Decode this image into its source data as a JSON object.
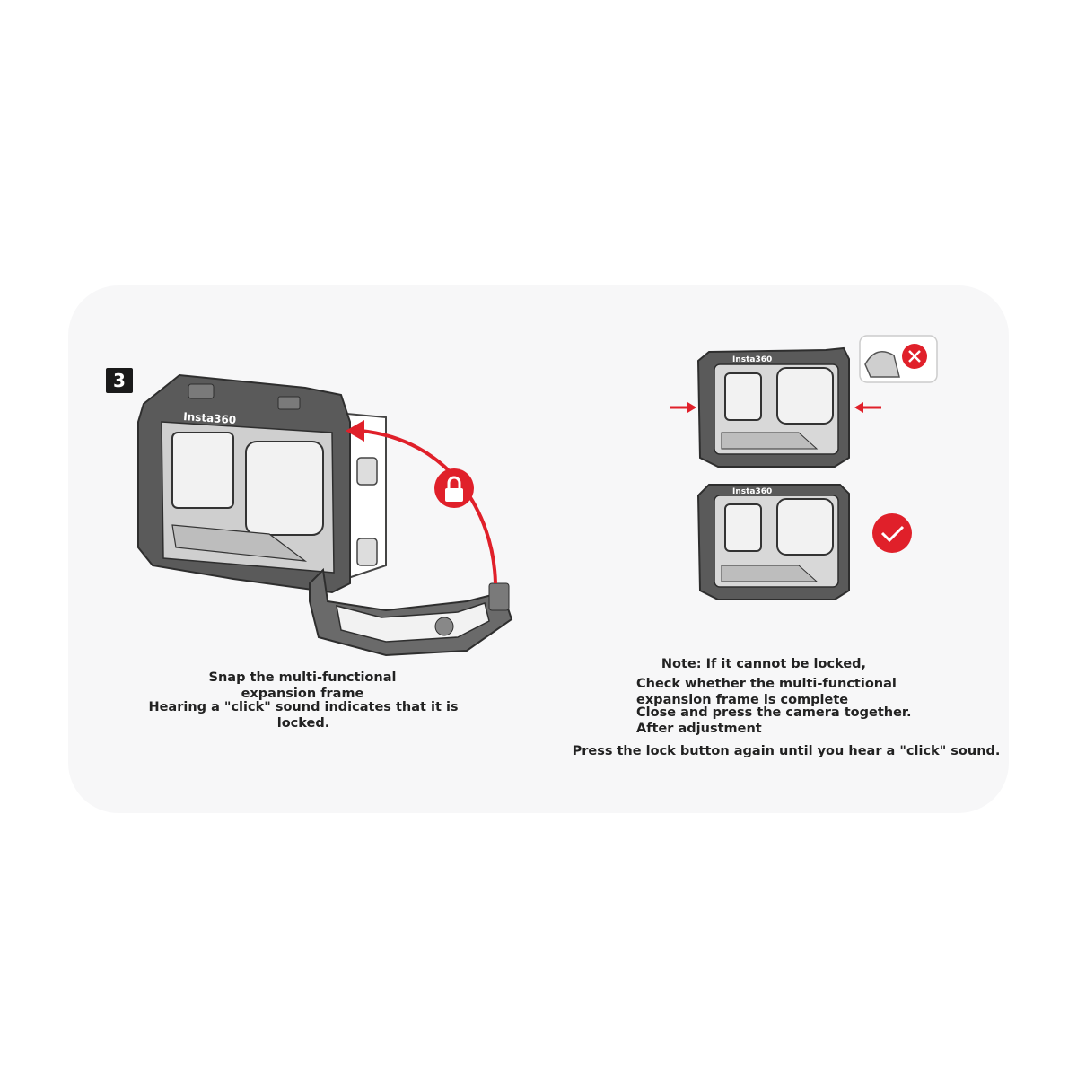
{
  "step": {
    "number": "3"
  },
  "left_panel": {
    "camera_brand": "Insta360",
    "caption_line1": "Snap the multi-functional",
    "caption_line2": "expansion frame",
    "caption_line3": "Hearing a \"click\" sound indicates that it is",
    "caption_line4": "locked.",
    "lock_icon": "padlock-icon"
  },
  "right_panel": {
    "camera_brand_top": "Insta360",
    "camera_brand_bottom": "Insta360",
    "wrong_icon": "x-mark-icon",
    "correct_icon": "checkmark-icon",
    "note_line1": "Note: If it cannot be locked,",
    "note_line2": "Check whether the multi-functional",
    "note_line3": "expansion frame is complete",
    "note_line4": "Close and press the camera together.",
    "note_line5": "After adjustment",
    "note_line6": "Press the lock button again until you hear a \"click\" sound."
  },
  "colors": {
    "accent_red": "#e0202a",
    "frame_dark": "#4a4a4a",
    "card_bg": "#f7f7f8"
  }
}
